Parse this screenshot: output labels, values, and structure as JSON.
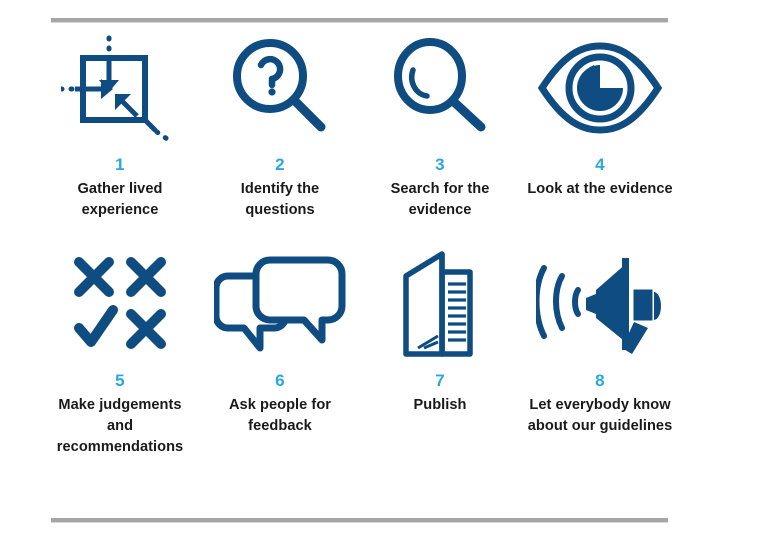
{
  "colors": {
    "icon_navy": "#0f4c81",
    "number_blue": "#29a8e0",
    "label_black": "#1a1a1a",
    "rule_gray": "#a6a6a6",
    "background": "#ffffff"
  },
  "dividers": {
    "top": "horizontal-rule",
    "bottom": "horizontal-rule"
  },
  "steps": [
    {
      "number": "1",
      "label": "Gather lived experience",
      "icon": "gather-input-square-icon"
    },
    {
      "number": "2",
      "label": "Identify the questions",
      "icon": "magnifier-question-mark-icon"
    },
    {
      "number": "3",
      "label": "Search for the evidence",
      "icon": "magnifier-search-icon"
    },
    {
      "number": "4",
      "label": "Look at the evidence",
      "icon": "eye-icon"
    },
    {
      "number": "5",
      "label": "Make judgements and recommendations",
      "icon": "check-and-crosses-icon"
    },
    {
      "number": "6",
      "label": "Ask people for feedback",
      "icon": "speech-bubbles-icon"
    },
    {
      "number": "7",
      "label": "Publish",
      "icon": "open-booklet-icon"
    },
    {
      "number": "8",
      "label": "Let everybody know about our guidelines",
      "icon": "megaphone-icon"
    }
  ]
}
